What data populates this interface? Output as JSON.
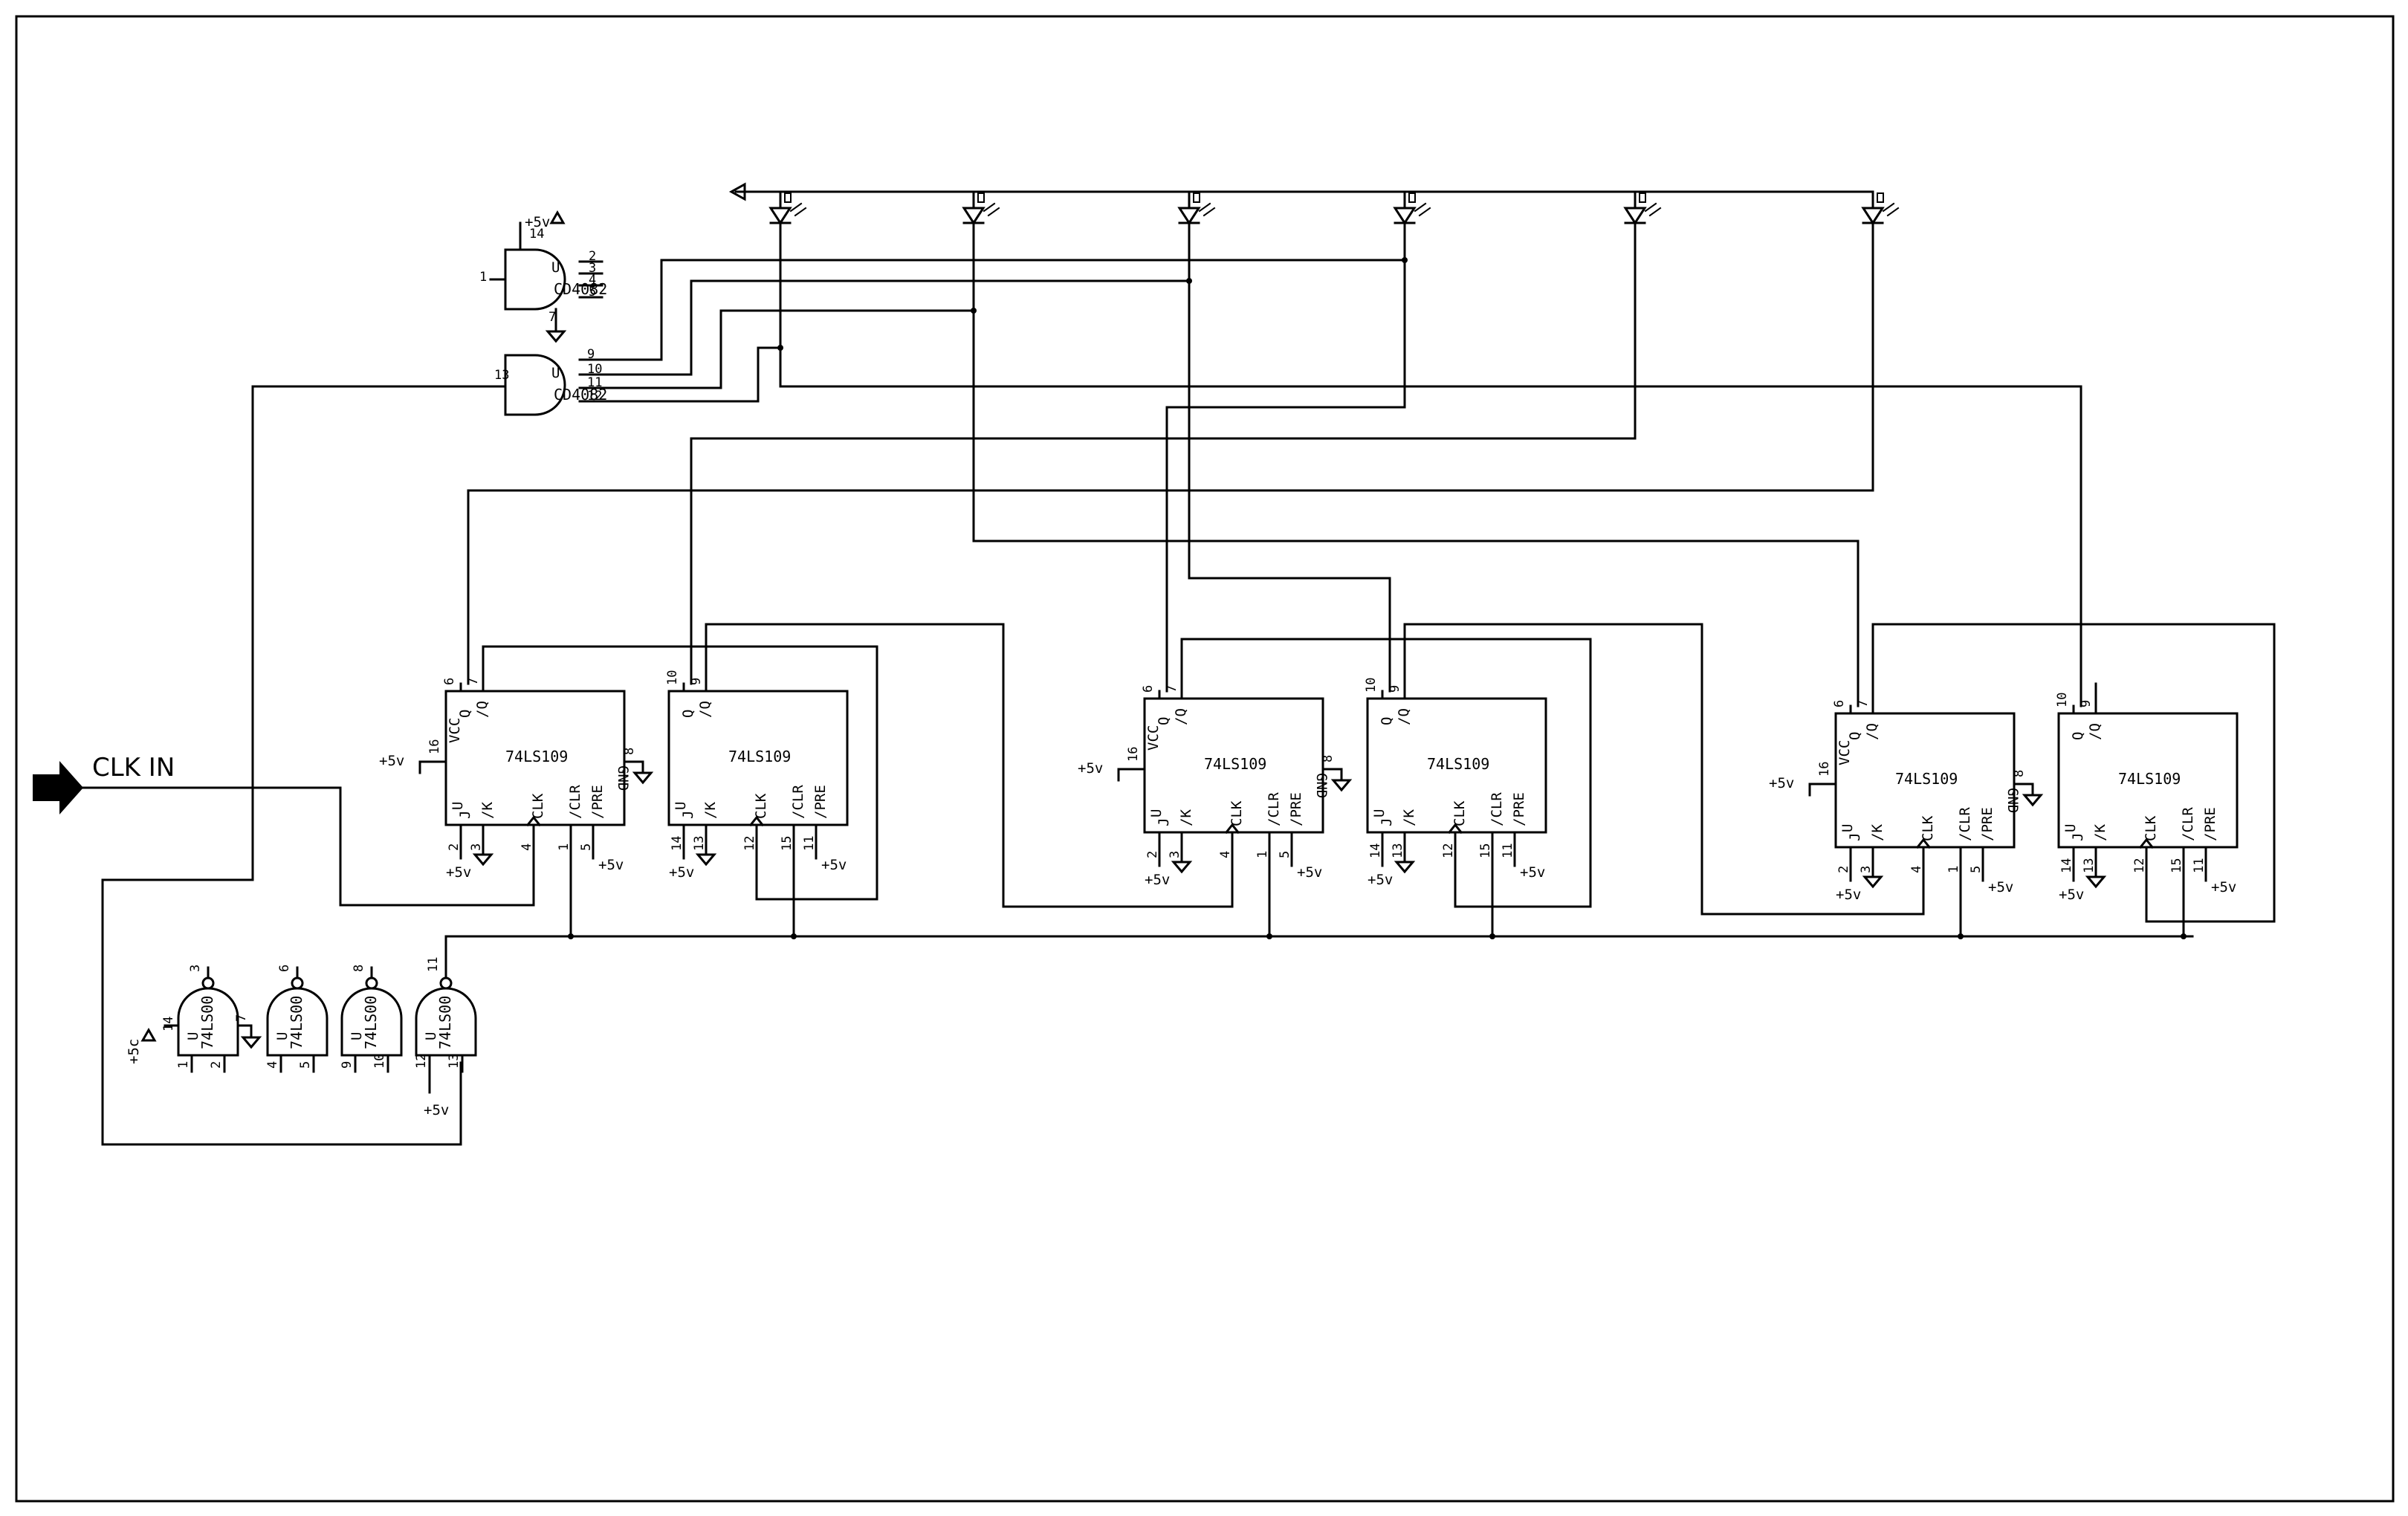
{
  "input_label": "CLK IN",
  "supply": "+5v",
  "supply_alt": "+5c",
  "chips": {
    "ff": "74LS109",
    "and": "CD4082",
    "nand": "74LS00"
  },
  "unit_ref": "U",
  "ff_pins": {
    "q": "Q",
    "qn": "/Q",
    "vcc": "VCC",
    "gnd": "GND",
    "j": "J",
    "k": "/K",
    "clk": "CLK",
    "clr": "/CLR",
    "pre": "/PRE"
  },
  "and_gate_pins": {
    "top": [
      "14",
      "1",
      "2",
      "3",
      "4",
      "5",
      "7"
    ],
    "bottom": [
      "13",
      "9",
      "10",
      "11",
      "12"
    ]
  },
  "nand_gates": [
    {
      "out": "3",
      "in_a": "1",
      "in_b": "2",
      "pwr": "14",
      "gnd": "7"
    },
    {
      "out": "6",
      "in_a": "4",
      "in_b": "5"
    },
    {
      "out": "8",
      "in_a": "9",
      "in_b": "10"
    },
    {
      "out": "11",
      "in_a": "12",
      "in_b": "13"
    }
  ],
  "ff_pin_numbers": {
    "section_a": {
      "q": "6",
      "qn": "7",
      "vcc": "16",
      "gnd": "8",
      "j": "2",
      "k": "3",
      "clk": "4",
      "clr": "1",
      "pre": "5"
    },
    "section_b": {
      "q": "10",
      "qn": "9",
      "j": "14",
      "k": "13",
      "clk": "12",
      "clr": "15",
      "pre": "11"
    }
  },
  "led_count": 6
}
